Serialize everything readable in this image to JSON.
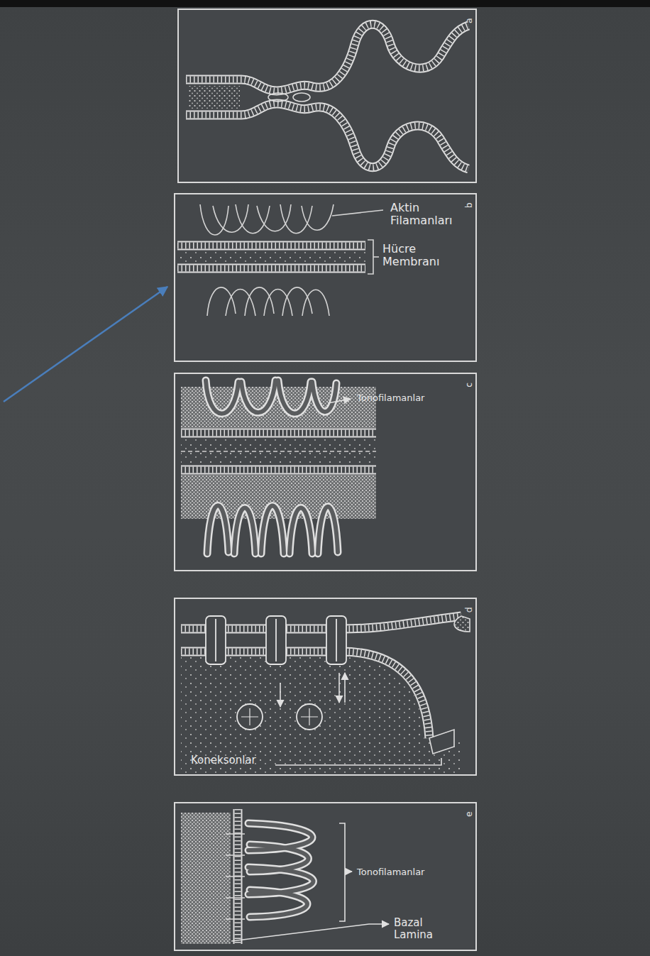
{
  "diagram": {
    "nodes": [
      {
        "text": [
          "a"
        ]
      },
      {
        "text": [
          "b",
          "Aktin Filamanları",
          "Hücre Membranı"
        ]
      },
      {
        "text": [
          "c",
          "Tonofilamanlar"
        ]
      },
      {
        "text": [
          "d",
          "Koneksonlar"
        ]
      },
      {
        "text": [
          "e",
          "Tonofilamanlar",
          "Bazal Lamina"
        ]
      }
    ]
  }
}
